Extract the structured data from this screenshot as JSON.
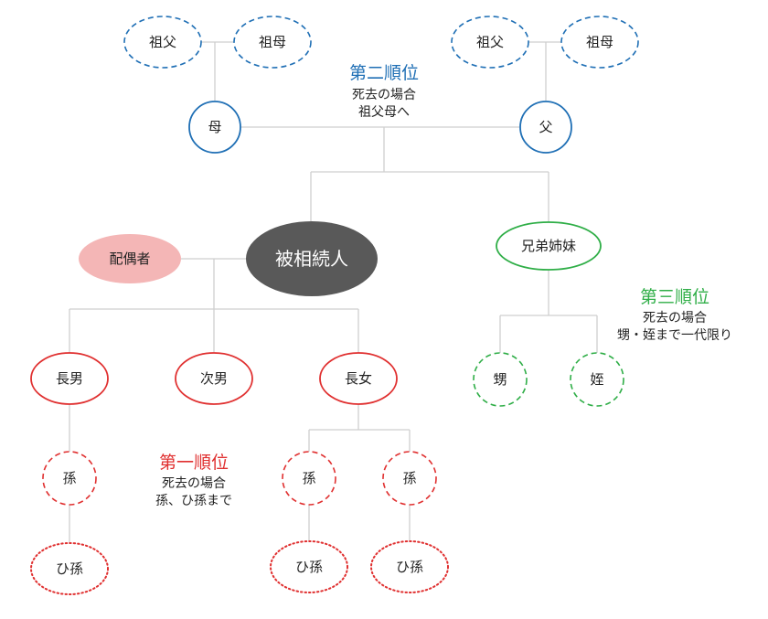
{
  "colors": {
    "blue": "#1f6fb5",
    "red": "#e03030",
    "green": "#2fae47",
    "center_fill": "#595959",
    "spouse_fill": "#f4b6b6",
    "line": "#cfcfcf"
  },
  "nodes": {
    "grandfather_left": "祖父",
    "grandmother_left": "祖母",
    "grandfather_right": "祖父",
    "grandmother_right": "祖母",
    "mother": "母",
    "father": "父",
    "spouse": "配偶者",
    "decedent": "被相続人",
    "siblings": "兄弟姉妹",
    "nephew": "甥",
    "niece": "姪",
    "eldest_son": "長男",
    "second_son": "次男",
    "eldest_daughter": "長女",
    "grandchild_a": "孫",
    "grandchild_b": "孫",
    "grandchild_c": "孫",
    "great_grandchild_a": "ひ孫",
    "great_grandchild_b": "ひ孫",
    "great_grandchild_c": "ひ孫"
  },
  "ranks": {
    "second": {
      "title": "第二順位",
      "line1": "死去の場合",
      "line2": "祖父母へ"
    },
    "third": {
      "title": "第三順位",
      "line1": "死去の場合",
      "line2": "甥・姪まで一代限り"
    },
    "first": {
      "title": "第一順位",
      "line1": "死去の場合",
      "line2": "孫、ひ孫まで"
    }
  }
}
